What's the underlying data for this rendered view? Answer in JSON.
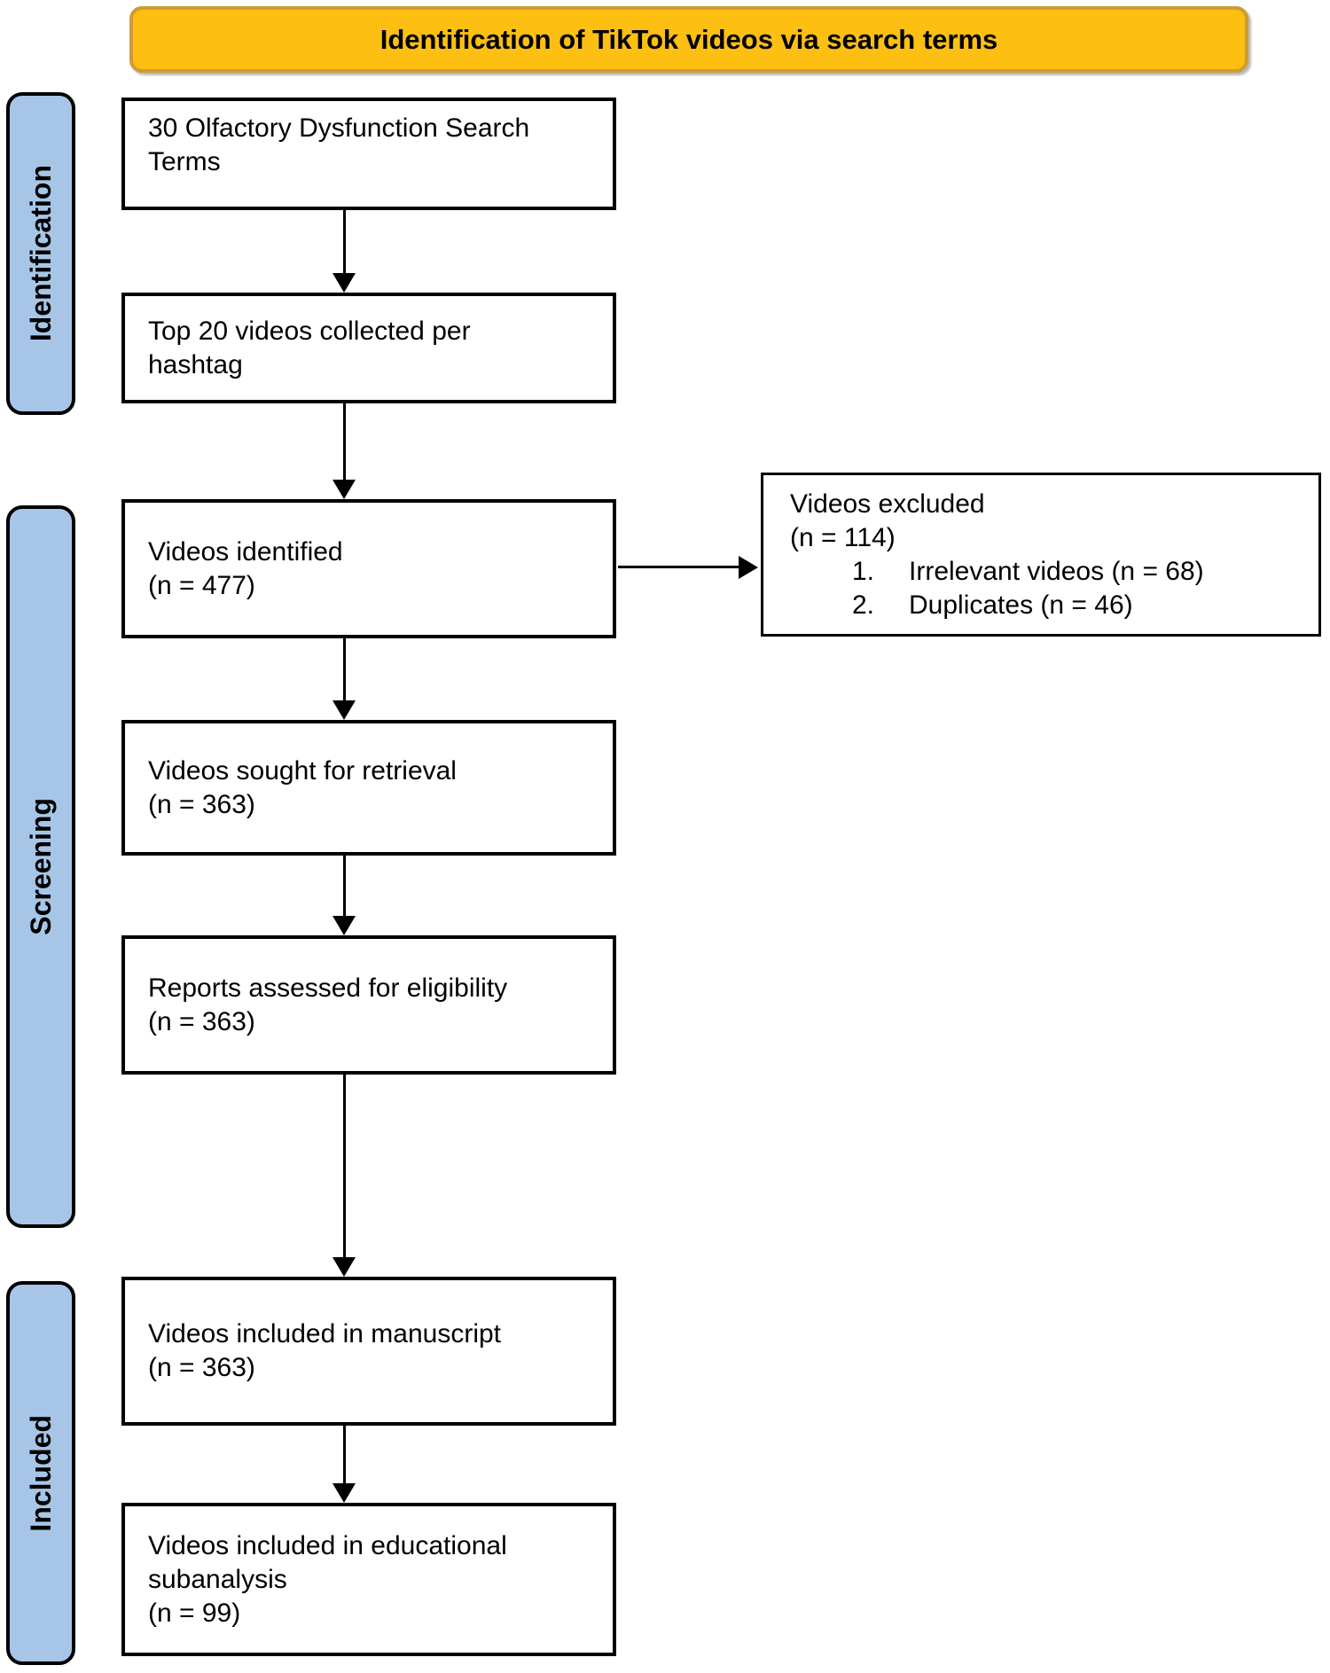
{
  "figure": {
    "title": "Identification of TikTok videos via search terms"
  },
  "colors": {
    "banner_bg": "#FCBF12",
    "banner_border": "#CE9B36",
    "stage_bg": "#A7C6E7"
  },
  "stages": [
    {
      "label": "Identification"
    },
    {
      "label": "Screening"
    },
    {
      "label": "Included"
    }
  ],
  "flow_boxes": [
    {
      "text": "30 Olfactory Dysfunction Search\nTerms"
    },
    {
      "text": "Top 20 videos collected per\nhashtag"
    },
    {
      "text": "Videos identified\n(n = 477)"
    },
    {
      "text": "Videos sought for retrieval\n(n = 363)"
    },
    {
      "text": "Reports assessed for eligibility\n(n = 363)"
    },
    {
      "text": "Videos included in manuscript\n(n = 363)"
    },
    {
      "text": "Videos included in educational\nsubanalysis\n(n = 99)"
    }
  ],
  "exclusion_box": {
    "text": "Videos excluded\n(n = 114)",
    "items": [
      {
        "number": "1.",
        "text": "Irrelevant videos (n = 68)"
      },
      {
        "number": "2.",
        "text": "Duplicates (n = 46)"
      }
    ]
  }
}
